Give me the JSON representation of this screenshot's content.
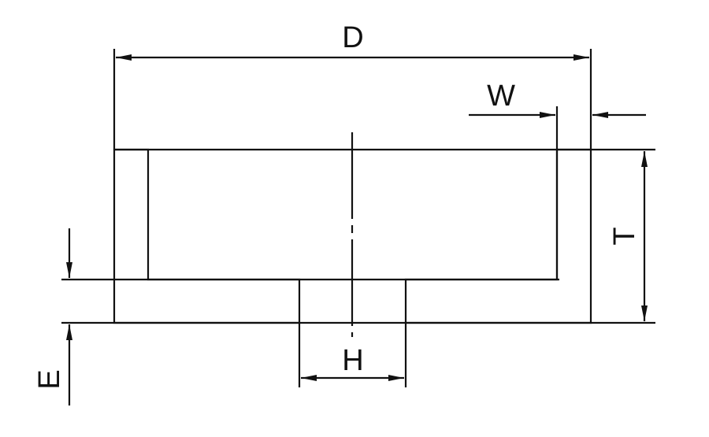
{
  "labels": {
    "diameter": "D",
    "rim_width": "W",
    "thickness": "T",
    "bore": "H",
    "base_thickness": "E"
  },
  "colors": {
    "line": "#111111",
    "background": "#ffffff",
    "abrasive_dots": "#222222"
  }
}
